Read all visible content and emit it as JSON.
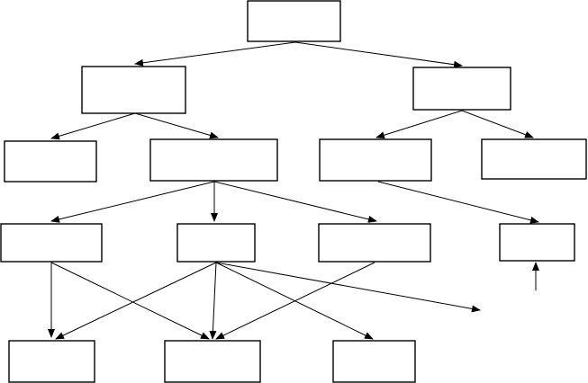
{
  "diagram": {
    "type": "flowchart-tree",
    "colors": {
      "stroke": "#000000",
      "background": "#ffffff",
      "box_fill": "#ffffff"
    },
    "nodes": [
      {
        "id": "n1",
        "level": 1,
        "label": ""
      },
      {
        "id": "n2",
        "level": 2,
        "label": ""
      },
      {
        "id": "n3",
        "level": 2,
        "label": ""
      },
      {
        "id": "n4",
        "level": 3,
        "label": ""
      },
      {
        "id": "n5",
        "level": 3,
        "label": ""
      },
      {
        "id": "n6",
        "level": 3,
        "label": ""
      },
      {
        "id": "n7",
        "level": 3,
        "label": ""
      },
      {
        "id": "n8",
        "level": 4,
        "label": ""
      },
      {
        "id": "n9",
        "level": 4,
        "label": ""
      },
      {
        "id": "n10",
        "level": 4,
        "label": ""
      },
      {
        "id": "n11",
        "level": 4,
        "label": ""
      },
      {
        "id": "n12",
        "level": 5,
        "label": ""
      },
      {
        "id": "n13",
        "level": 5,
        "label": ""
      },
      {
        "id": "n14",
        "level": 5,
        "label": ""
      }
    ],
    "edges": [
      {
        "from": "n1",
        "to": "n2"
      },
      {
        "from": "n1",
        "to": "n3"
      },
      {
        "from": "n2",
        "to": "n4"
      },
      {
        "from": "n2",
        "to": "n5"
      },
      {
        "from": "n3",
        "to": "n6"
      },
      {
        "from": "n3",
        "to": "n7"
      },
      {
        "from": "n5",
        "to": "n8"
      },
      {
        "from": "n5",
        "to": "n9"
      },
      {
        "from": "n5",
        "to": "n10"
      },
      {
        "from": "n6",
        "to": "n11"
      },
      {
        "from": "n8",
        "to": "n12"
      },
      {
        "from": "n8",
        "to": "n13"
      },
      {
        "from": "n9",
        "to": "n12"
      },
      {
        "from": "n9",
        "to": "n13"
      },
      {
        "from": "n9",
        "to": "n14"
      },
      {
        "from": "n9",
        "to": null,
        "note": "dangling"
      },
      {
        "from": "n10",
        "to": "n13"
      },
      {
        "from": null,
        "to": "n11",
        "note": "dangling"
      }
    ]
  }
}
